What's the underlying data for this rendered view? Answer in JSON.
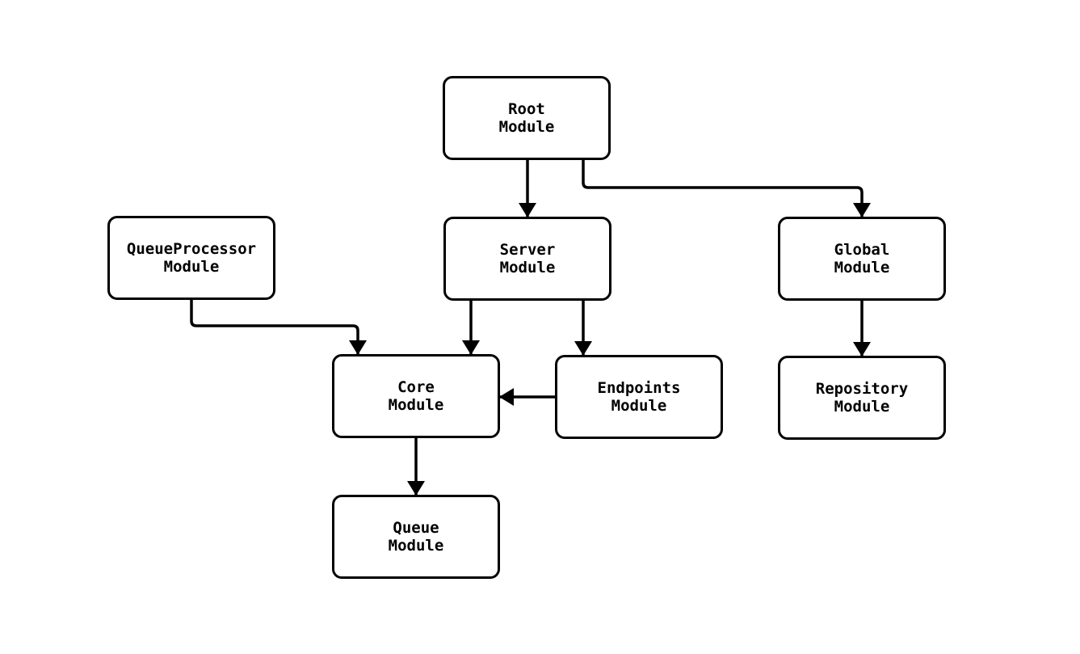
{
  "diagram": {
    "type": "flowchart",
    "orientation": "top-down",
    "background_color": "#ffffff",
    "node_fill_color": "#ffffff",
    "node_border_color": "#000000",
    "edge_color": "#000000",
    "text_color": "#000000",
    "nodes": [
      {
        "id": "root",
        "label": "Root\nModule"
      },
      {
        "id": "queueprocessor",
        "label": "QueueProcessor\nModule"
      },
      {
        "id": "server",
        "label": "Server\nModule"
      },
      {
        "id": "global",
        "label": "Global\nModule"
      },
      {
        "id": "core",
        "label": "Core\nModule"
      },
      {
        "id": "endpoints",
        "label": "Endpoints\nModule"
      },
      {
        "id": "repository",
        "label": "Repository\nModule"
      },
      {
        "id": "queue",
        "label": "Queue\nModule"
      }
    ],
    "edges": [
      {
        "from": "Root Module",
        "to": "Server Module"
      },
      {
        "from": "Root Module",
        "to": "Global Module"
      },
      {
        "from": "QueueProcessor Module",
        "to": "Core Module"
      },
      {
        "from": "Server Module",
        "to": "Core Module"
      },
      {
        "from": "Server Module",
        "to": "Endpoints Module"
      },
      {
        "from": "Endpoints Module",
        "to": "Core Module"
      },
      {
        "from": "Global Module",
        "to": "Repository Module"
      },
      {
        "from": "Core Module",
        "to": "Queue Module"
      }
    ]
  }
}
